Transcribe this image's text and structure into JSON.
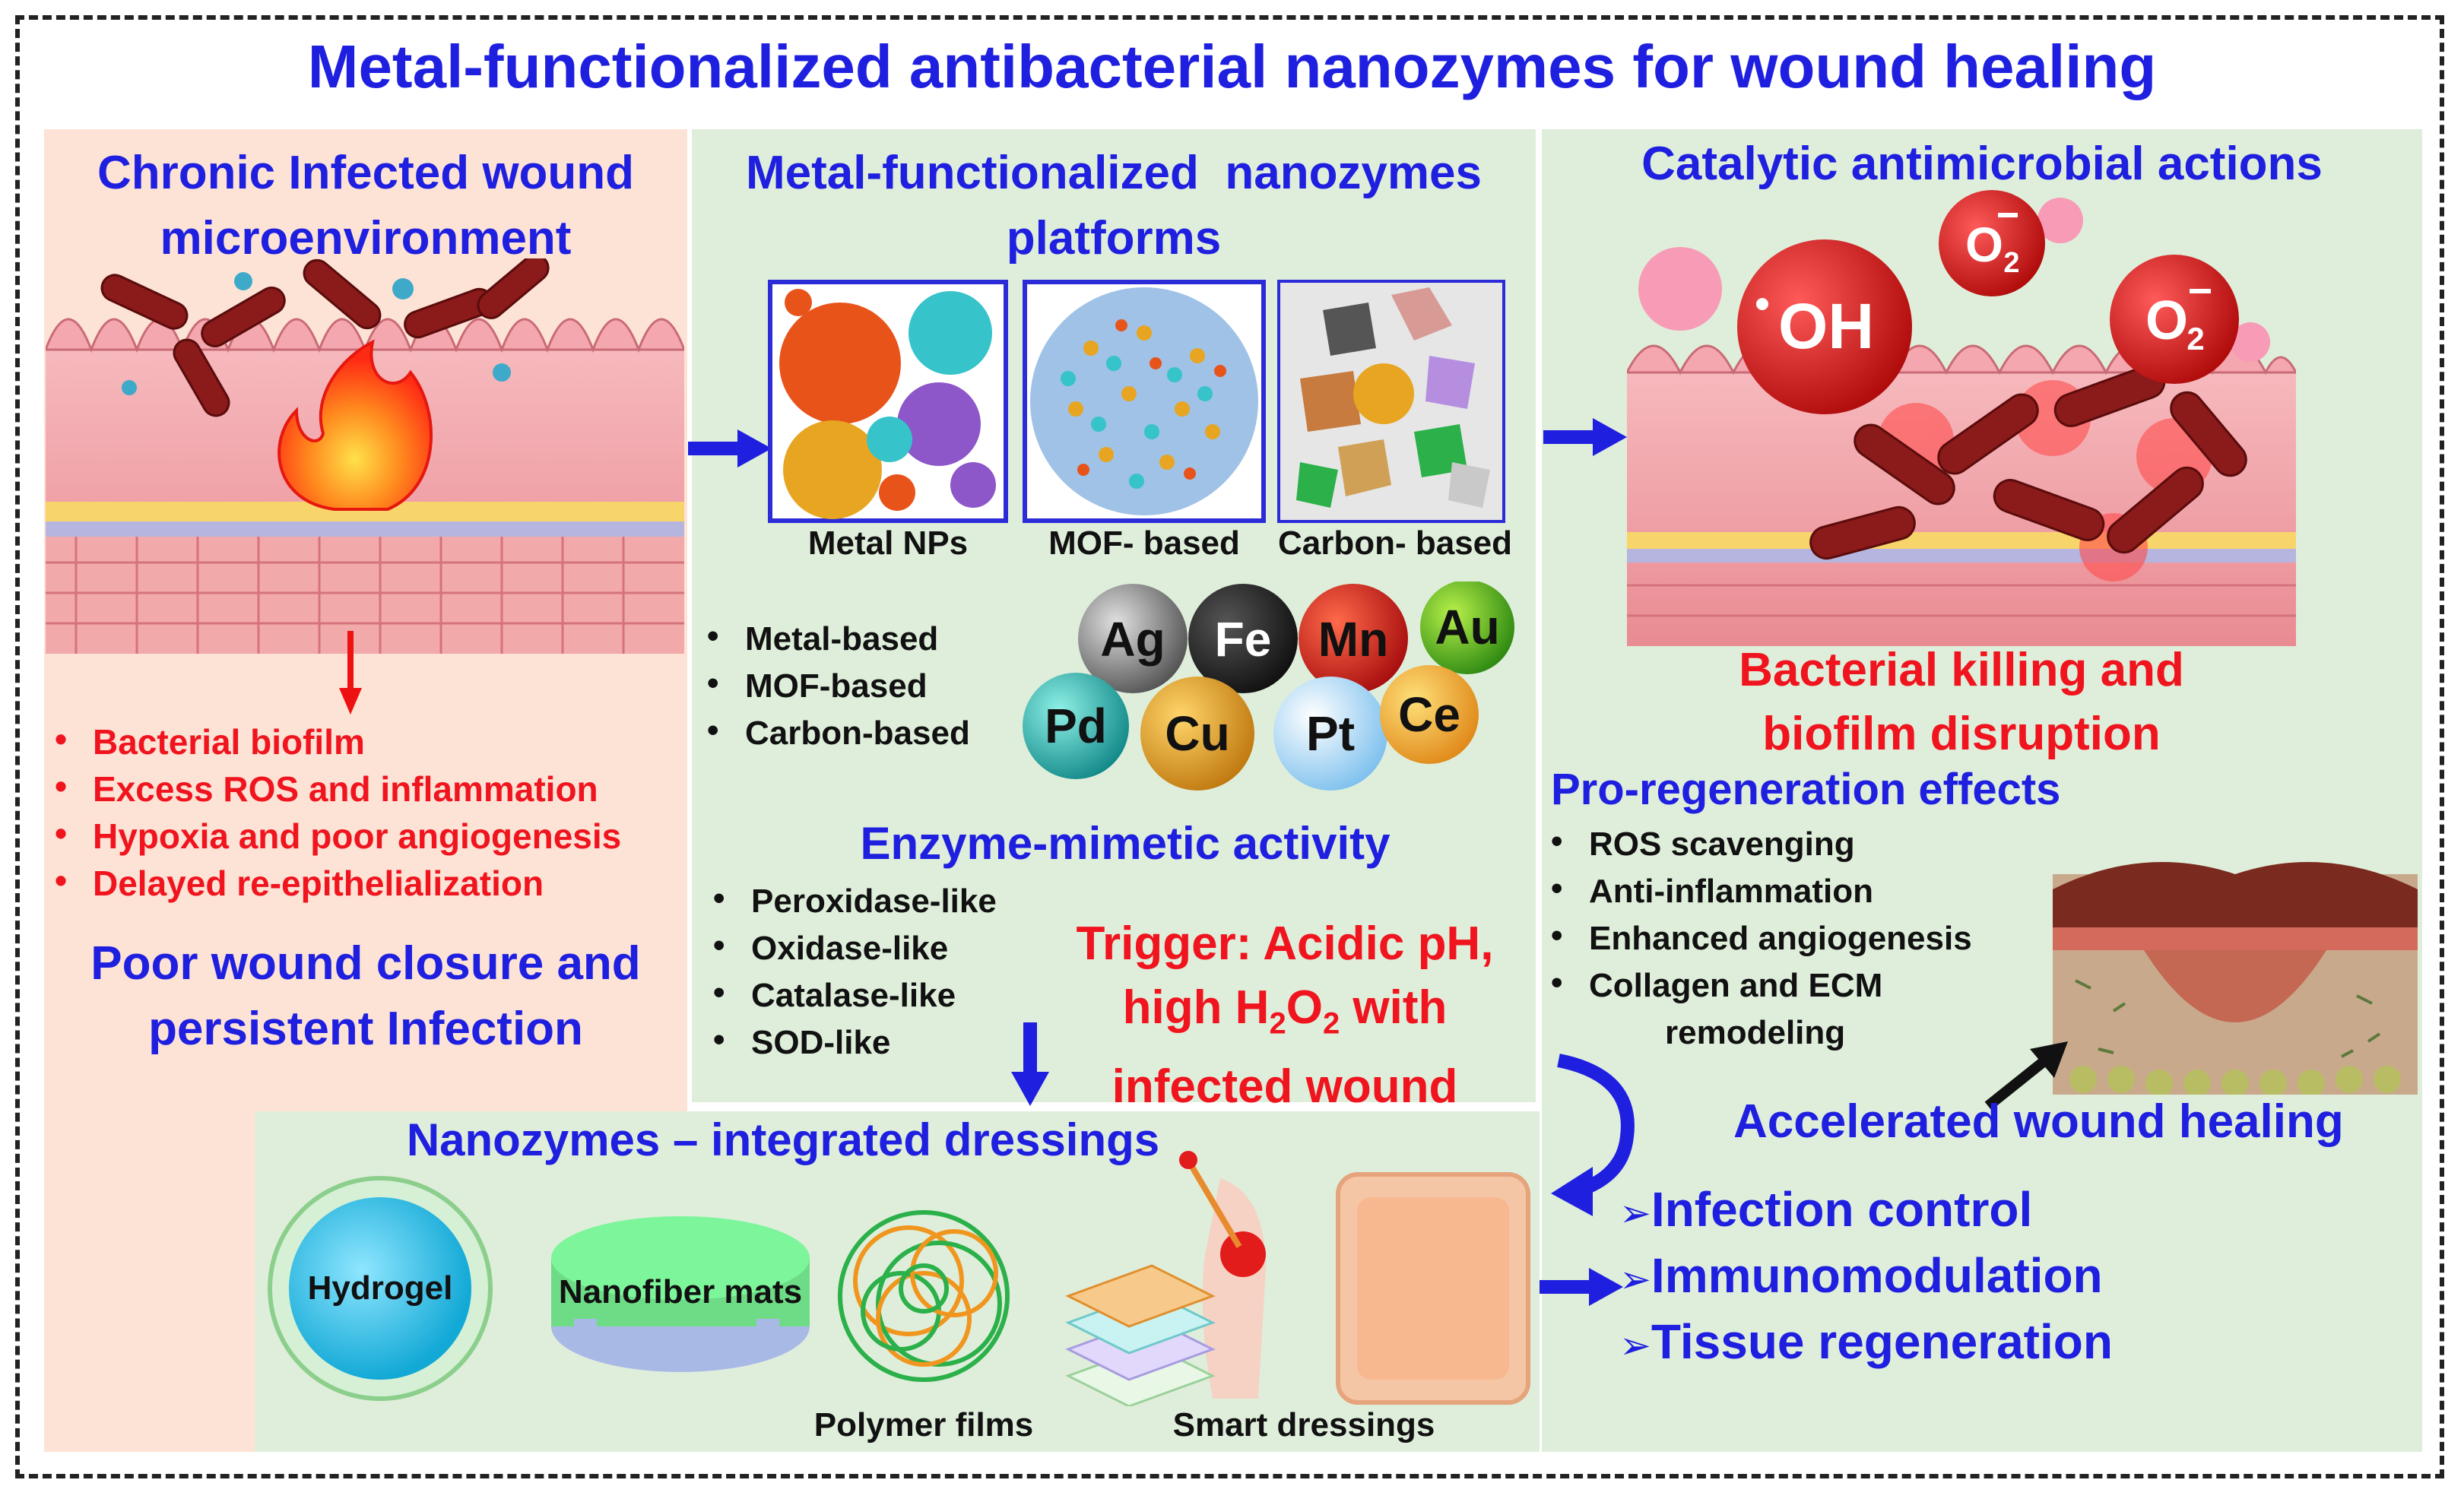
{
  "title": "Metal-functionalized antibacterial nanozymes for wound healing",
  "left_panel": {
    "heading_line1": "Chronic Infected wound",
    "heading_line2": "microenvironment",
    "bullets": [
      "Bacterial biofilm",
      "Excess ROS and inflammation",
      "Hypoxia and poor angiogenesis",
      "Delayed re-epithelialization"
    ],
    "conclusion_line1": "Poor wound closure and",
    "conclusion_line2": "persistent Infection"
  },
  "middle_panel": {
    "heading_line1": "Metal-functionalized  nanozymes",
    "heading_line2": "platforms",
    "platforms": [
      "Metal NPs",
      "MOF- based",
      "Carbon- based"
    ],
    "types": [
      "Metal-based",
      "MOF-based",
      "Carbon-based"
    ],
    "metals": [
      "Ag",
      "Fe",
      "Mn",
      "Au",
      "Pd",
      "Cu",
      "Pt",
      "Ce"
    ],
    "activity_heading": "Enzyme-mimetic activity",
    "activities": [
      "Peroxidase-like",
      "Oxidase-like",
      "Catalase-like",
      "SOD-like"
    ],
    "trigger_line1": "Trigger: Acidic pH,",
    "trigger_line2_prefix": "high H",
    "trigger_line2_sub1": "2",
    "trigger_line2_mid": "O",
    "trigger_line2_sub2": "2",
    "trigger_line2_suffix": " with",
    "trigger_line3": "infected wound"
  },
  "right_panel": {
    "heading": "Catalytic antimicrobial actions",
    "radicals": [
      "OH",
      "O",
      "2",
      "O",
      "2"
    ],
    "killing_line1": "Bacterial killing and",
    "killing_line2": "biofilm disruption",
    "regen_heading": "Pro-regeneration effects",
    "regen_items": [
      "ROS scavenging",
      "Anti-inflammation",
      "Enhanced angiogenesis",
      "Collagen and ECM",
      "remodeling"
    ],
    "healing_label": "Accelerated wound healing",
    "outcomes": [
      "Infection control",
      "Immunomodulation",
      "Tissue regeneration"
    ]
  },
  "dressings_panel": {
    "heading": "Nanozymes – integrated dressings",
    "items": [
      "Hydrogel",
      "Nanofiber mats",
      "Polymer films",
      "Smart dressings"
    ]
  },
  "colors": {
    "heading_blue": "#1f1fe0",
    "alert_red": "#f0141e",
    "left_bg": "#fde3d6",
    "green_bg": "#dfeedb"
  }
}
